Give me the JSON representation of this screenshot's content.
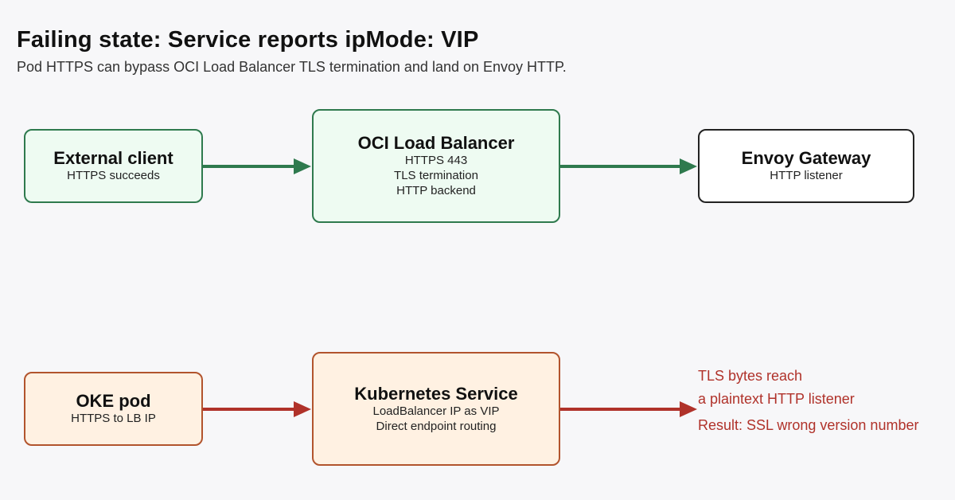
{
  "header": {
    "title": "Failing state: Service reports ipMode: VIP",
    "subtitle": "Pod HTTPS can bypass OCI Load Balancer TLS termination and land on Envoy HTTP."
  },
  "top_flow": {
    "client": {
      "title": "External client",
      "lines": [
        "HTTPS succeeds"
      ]
    },
    "load_balancer": {
      "title": "OCI Load Balancer",
      "lines": [
        "HTTPS 443",
        "TLS termination",
        "HTTP backend"
      ]
    },
    "gateway": {
      "title": "Envoy Gateway",
      "lines": [
        "HTTP listener"
      ]
    }
  },
  "bottom_flow": {
    "pod": {
      "title": "OKE pod",
      "lines": [
        "HTTPS to LB IP"
      ]
    },
    "service": {
      "title": "Kubernetes Service",
      "lines": [
        "LoadBalancer IP as VIP",
        "Direct endpoint routing"
      ]
    },
    "notes": [
      "TLS bytes reach",
      "a plaintext HTTP listener",
      "Result: SSL wrong version number"
    ]
  },
  "colors": {
    "green_border": "#2f7a4e",
    "green_fill": "#eefbf2",
    "red_border": "#b2542d",
    "red_fill": "#fff1e2",
    "arrow_green": "#2f7a4e",
    "arrow_red": "#b0322a",
    "note_text": "#b0322a"
  }
}
